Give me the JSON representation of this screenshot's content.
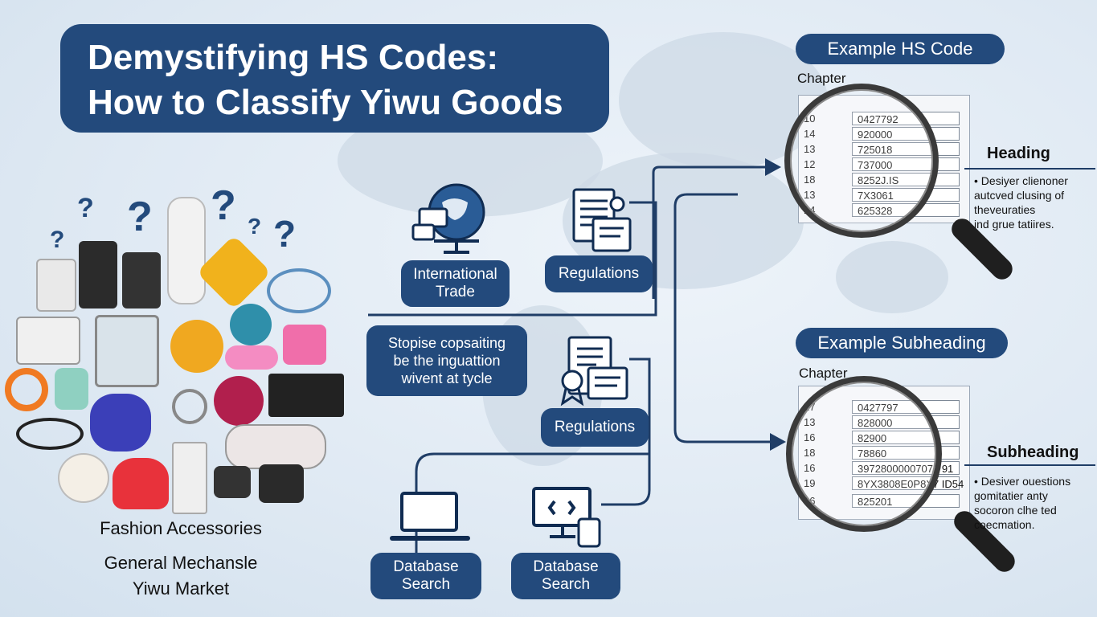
{
  "title": {
    "line1": "Demystifying HS Codes:",
    "line2": "How to Classify Yiwu Goods"
  },
  "flow": {
    "international_trade": "International\nTrade",
    "regulations_top": "Regulations",
    "stoping_box": "Stopise copsaiting\nbe the inguattion\nwivent at tycle",
    "regulations_mid": "Regulations",
    "database_search_left": "Database\nSearch",
    "database_search_right": "Database\nSearch"
  },
  "goods": {
    "fashion_accessories": "Fashion Accessories",
    "general_line1": "General Mechansle",
    "general_line2": "Yiwu Market",
    "question_mark": "?"
  },
  "example_code": {
    "header": "Example HS Code",
    "chapter_label": "Chapter",
    "rows": [
      {
        "num": "10",
        "code": "0427792"
      },
      {
        "num": "14",
        "code": "920000"
      },
      {
        "num": "13",
        "code": "725018"
      },
      {
        "num": "12",
        "code": "737000"
      },
      {
        "num": "18",
        "code": "8252J.IS"
      },
      {
        "num": "13",
        "code": "7X3061"
      },
      {
        "num": "14",
        "code": "625328"
      }
    ],
    "side_title": "Heading",
    "bullet": "• Desiyer clienoner\n  autcved clusing of\n  theveuraties\n  ind grue tatiires."
  },
  "example_subheading": {
    "header": "Example Subheading",
    "chapter_label": "Chapter",
    "rows": [
      {
        "num": "17",
        "code": "0427797"
      },
      {
        "num": "13",
        "code": "828000"
      },
      {
        "num": "16",
        "code": "82900"
      },
      {
        "num": "18",
        "code": "78860"
      },
      {
        "num": "16",
        "code": "39728000007071 91"
      },
      {
        "num": "19",
        "code": "8YX3808E0P8X7 ID54"
      },
      {
        "num": "16",
        "code": "825201"
      }
    ],
    "side_title": "Subheading",
    "bullet": "• Desiver ouestions\n  gomitatier anty\n  socoron clhe ted\n  coecmation."
  },
  "colors": {
    "navy": "#234a7c",
    "line": "#1f3d66",
    "background": "#dfe9f3"
  }
}
